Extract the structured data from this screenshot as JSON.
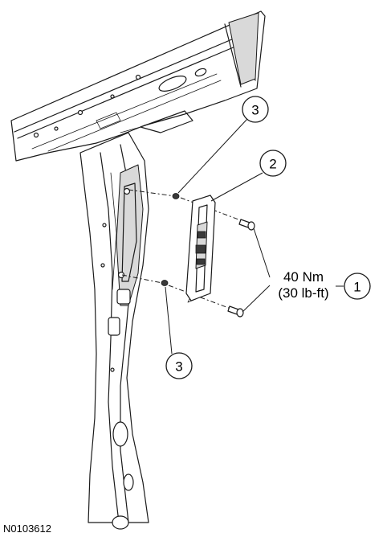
{
  "figure": {
    "id": "N0103612"
  },
  "callouts": [
    {
      "key": "c1",
      "label": "1"
    },
    {
      "key": "c2",
      "label": "2"
    },
    {
      "key": "c3a",
      "label": "3"
    },
    {
      "key": "c3b",
      "label": "3"
    }
  ],
  "torque": {
    "metric": "40 Nm",
    "imperial": "(30 lb-ft)"
  },
  "colors": {
    "line": "#1a1a1a",
    "shade": "#d9d9d9",
    "background": "#ffffff"
  }
}
